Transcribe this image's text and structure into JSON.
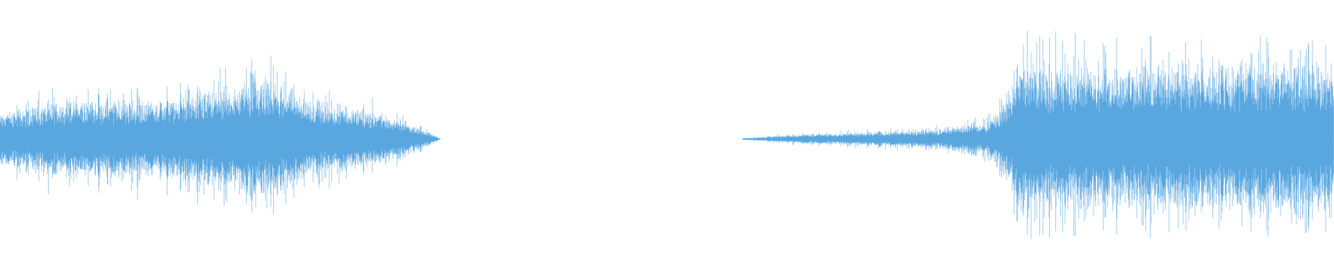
{
  "waveform": {
    "color": "#5aa7e0",
    "background": "#ffffff",
    "segments": [
      {
        "start": 0.0,
        "end": 0.33,
        "envelope": [
          [
            0.0,
            0.3
          ],
          [
            0.04,
            0.42
          ],
          [
            0.08,
            0.45
          ],
          [
            0.12,
            0.44
          ],
          [
            0.16,
            0.5
          ],
          [
            0.19,
            0.7
          ],
          [
            0.21,
            0.6
          ],
          [
            0.24,
            0.4
          ],
          [
            0.27,
            0.34
          ],
          [
            0.3,
            0.22
          ],
          [
            0.325,
            0.05
          ],
          [
            0.33,
            0.0
          ]
        ]
      },
      {
        "start": 0.557,
        "end": 1.0,
        "envelope": [
          [
            0.557,
            0.01
          ],
          [
            0.6,
            0.05
          ],
          [
            0.65,
            0.08
          ],
          [
            0.7,
            0.1
          ],
          [
            0.74,
            0.2
          ],
          [
            0.755,
            0.45
          ],
          [
            0.765,
            0.85
          ],
          [
            0.8,
            0.8
          ],
          [
            0.85,
            0.85
          ],
          [
            0.9,
            0.8
          ],
          [
            0.95,
            0.88
          ],
          [
            1.0,
            0.8
          ]
        ]
      }
    ]
  }
}
